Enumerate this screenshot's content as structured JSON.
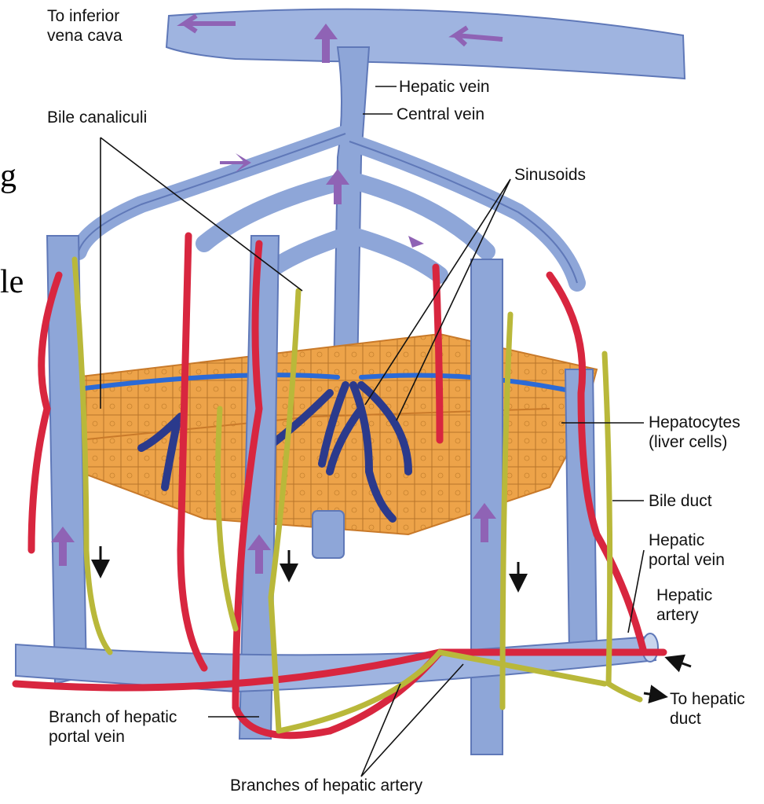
{
  "labels": {
    "inferior_vena_cava": [
      "To inferior",
      "vena cava"
    ],
    "hepatic_vein": "Hepatic vein",
    "central_vein": "Central vein",
    "bile_canaliculi": "Bile canaliculi",
    "sinusoids": "Sinusoids",
    "hepatocytes": [
      "Hepatocytes",
      "(liver cells)"
    ],
    "bile_duct": "Bile duct",
    "hepatic_portal_vein": [
      "Hepatic",
      "portal vein"
    ],
    "hepatic_artery": [
      "Hepatic",
      "artery"
    ],
    "to_hepatic_duct": [
      "To hepatic",
      "duct"
    ],
    "branch_portal_vein": [
      "Branch of hepatic",
      "portal vein"
    ],
    "branches_hepatic_artery": "Branches of hepatic artery"
  },
  "clipped_text": [
    "g",
    "le"
  ],
  "colors": {
    "vein": "#8ea6d8",
    "vein_dark": "#5f78b8",
    "artery": "#d8263f",
    "bile": "#b9b83a",
    "hepatocyte": "#eda349",
    "hepatocyte_dark": "#c97a2a",
    "sinusoid": "#2b3a8c",
    "flow_arrow": "#8f63b5"
  }
}
